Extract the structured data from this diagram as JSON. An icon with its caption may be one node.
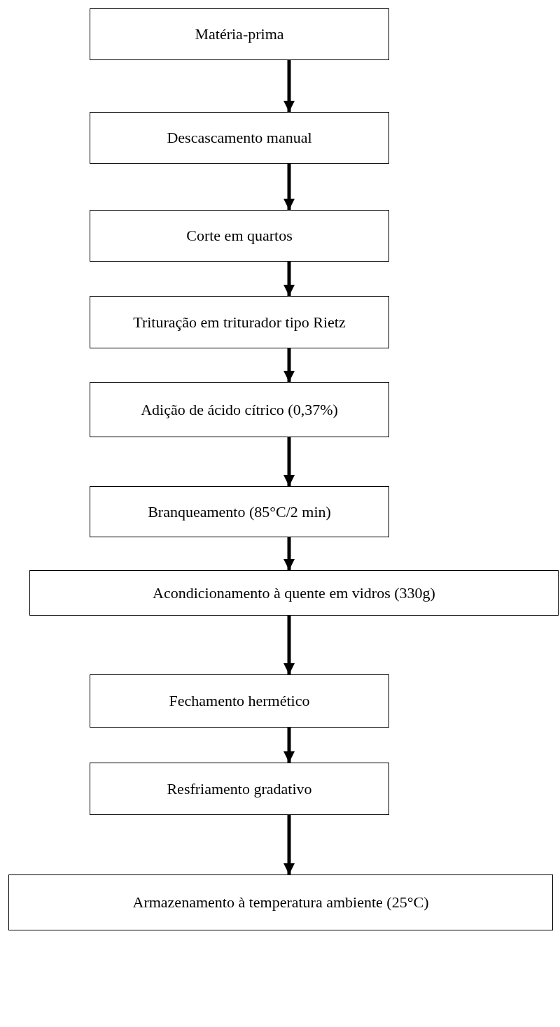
{
  "diagram": {
    "nodes": [
      {
        "text": [
          "Matéria-prima"
        ]
      },
      {
        "text": [
          "Descascamento manual"
        ]
      },
      {
        "text": [
          "Corte em quartos"
        ]
      },
      {
        "text": [
          "Trituração em triturador tipo Rietz"
        ]
      },
      {
        "text": [
          "Adição de ácido cítrico (0,37%)"
        ]
      },
      {
        "text": [
          "Branqueamento (85°C/2 min)"
        ]
      },
      {
        "text": [
          "Acondicionamento à quente em vidros (330g)"
        ]
      },
      {
        "text": [
          "Fechamento hermético"
        ]
      },
      {
        "text": [
          "Resfriamento gradativo"
        ]
      },
      {
        "text": [
          "Armazenamento à temperatura ambiente (25°C)"
        ]
      }
    ],
    "edges": [
      {
        "from": 0,
        "to": 1,
        "arrow": "to"
      },
      {
        "from": 1,
        "to": 2,
        "arrow": "to"
      },
      {
        "from": 2,
        "to": 3,
        "arrow": "to"
      },
      {
        "from": 3,
        "to": 4,
        "arrow": "to"
      },
      {
        "from": 4,
        "to": 5,
        "arrow": "to"
      },
      {
        "from": 5,
        "to": 6,
        "arrow": "to"
      },
      {
        "from": 6,
        "to": 7,
        "arrow": "to"
      },
      {
        "from": 7,
        "to": 8,
        "arrow": "to"
      },
      {
        "from": 8,
        "to": 9,
        "arrow": "to"
      }
    ]
  }
}
